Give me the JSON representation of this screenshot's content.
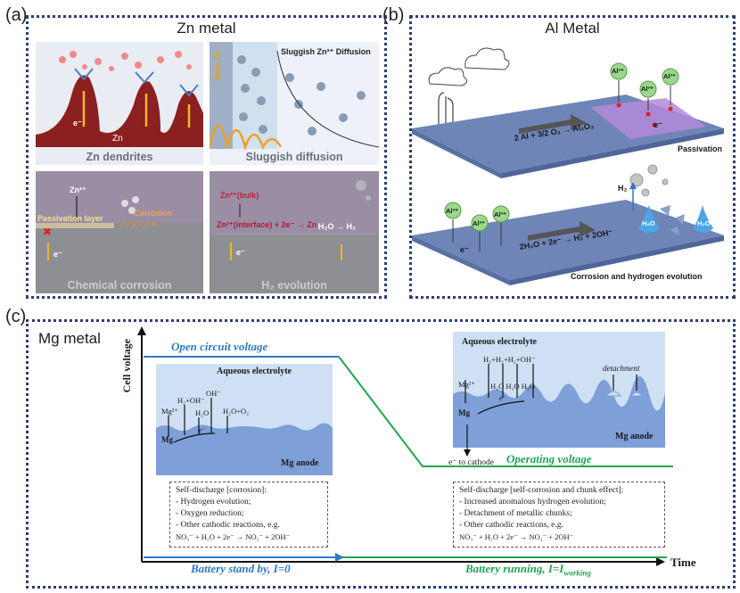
{
  "panel_a": {
    "label": "(a)",
    "title": "Zn metal",
    "tile1": {
      "caption": "Zn dendrites",
      "metal": "Zn",
      "electron": "e⁻"
    },
    "tile2": {
      "caption": "Sluggish diffusion",
      "heading": "Sluggish Zn²⁺ Diffusion",
      "side": "Bare Zn"
    },
    "tile3": {
      "caption": "Chemical corrosion",
      "ion": "Zn²⁺",
      "passivation": "Passivation layer",
      "corrosion": "Corrosion",
      "electron": "e⁻"
    },
    "tile4": {
      "caption": "H₂ evolution",
      "ion_bulk": "Zn²⁺(bulk)",
      "reaction_left": "Zn²⁺(interface) + 2e⁻ → Zn",
      "reaction_right": "H₂O → H₂",
      "electron": "e⁻"
    }
  },
  "panel_b": {
    "label": "(b)",
    "title": "Al Metal",
    "ion": "Al³⁺",
    "electron": "e⁻",
    "reaction1": "2 Al + 3/2 O₂ → Al₂O₃",
    "caption1": "Passivation",
    "gas": "H₂",
    "water": "H₂O",
    "reaction2": "2H₂O + 2e⁻ → H₂ + 2OH⁻",
    "caption2": "Corrosion and hydrogen evolution"
  },
  "panel_c": {
    "label": "(c)",
    "title": "Mg metal",
    "ylabel": "Cell voltage",
    "xlabel": "Time",
    "ocv_label": "Open circuit voltage",
    "op_label": "Operating voltage",
    "standby_label": "Battery stand by, I=0",
    "running_label": "Battery running, I=I",
    "running_sub": "working",
    "left_inset": {
      "electrolyte": "Aqueous electrolyte",
      "anode": "Mg anode",
      "mg": "Mg",
      "mg2": "Mg²⁺",
      "h2oh": "H₂+OH⁻",
      "oh": "OH⁻",
      "h2o": "H₂O",
      "h2oo2": "H₂O+O₂",
      "e": "e⁻"
    },
    "right_inset": {
      "electrolyte": "Aqueous electrolyte",
      "anode": "Mg anode",
      "mg": "Mg",
      "mg2": "Mg²⁺",
      "products": "H₂+H₂+H₂+OH⁻",
      "h2o_row": "H₂O H₂O H₂O",
      "detachment": "detachment",
      "e": "e⁻"
    },
    "e_to_cathode": "e⁻ to cathode",
    "box_left": {
      "heading": "Self-discharge [corrosion]:",
      "items": [
        "- Hydrogen evolution;",
        "- Oxygen reduction;",
        "- Other cathodic reactions, e.g."
      ],
      "equation": "NO₃⁻ + H₂O + 2e⁻ → NO₂⁻ + 2OH⁻"
    },
    "box_right": {
      "heading": "Self-discharge [self-corrosion and chunk effect]:",
      "items": [
        "- Increased anomalous hydrogen evolution;",
        "- Detachment of metallic chunks;",
        "- Other cathodic reactions, e.g."
      ],
      "equation": "NO₃⁻ + H₂O + 2e⁻ → NO₂⁻ + 2OH⁻"
    }
  }
}
